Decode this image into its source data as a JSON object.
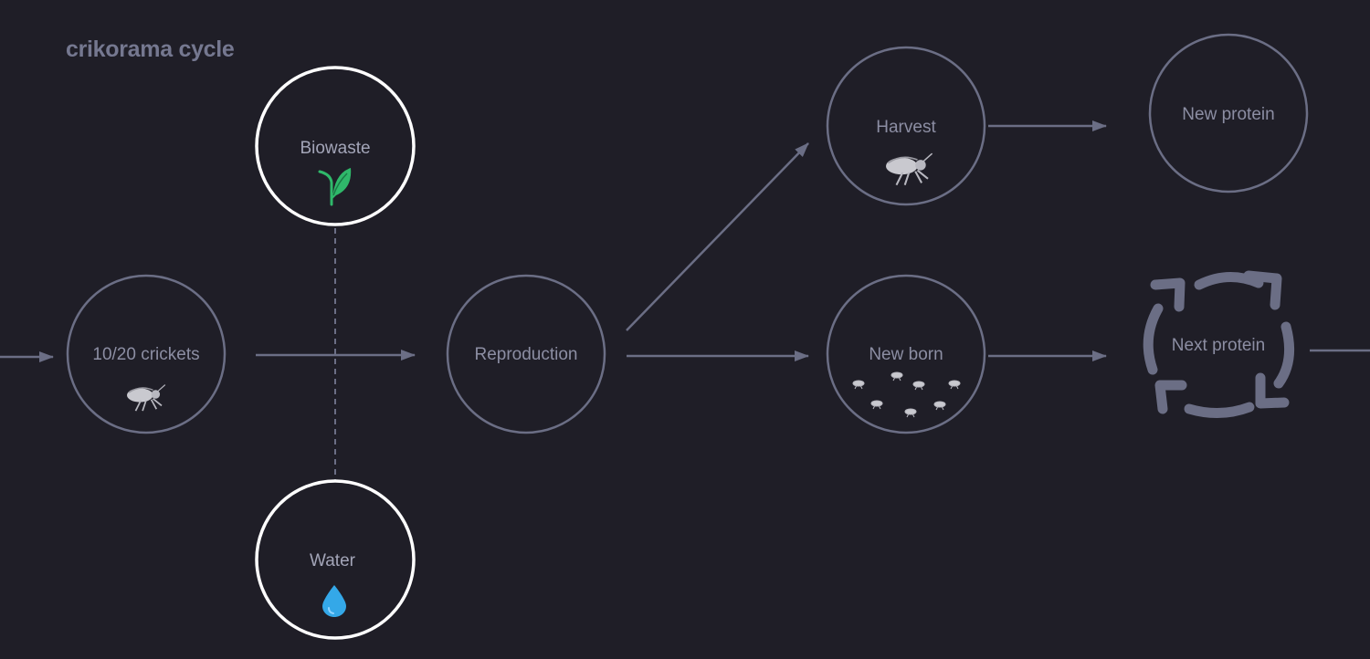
{
  "title": "crikorama cycle",
  "nodes": {
    "crickets": {
      "label": "10/20 crickets",
      "icon": "cricket-icon"
    },
    "biowaste": {
      "label": "Biowaste",
      "icon": "sprout-icon"
    },
    "water": {
      "label": "Water",
      "icon": "water-drop-icon"
    },
    "reproduction": {
      "label": "Reproduction"
    },
    "harvest": {
      "label": "Harvest",
      "icon": "cricket-icon"
    },
    "newborn": {
      "label": "New born",
      "icon": "baby-crickets-icon"
    },
    "new_protein": {
      "label": "New protein"
    },
    "next_protein": {
      "label": "Next protein",
      "icon": "cycle-arrows-icon"
    }
  },
  "colors": {
    "background": "#1f1e27",
    "line": "#6b6e85",
    "highlight_ring": "#ffffff",
    "sprout": "#2fb86a",
    "water": "#34a8e8"
  }
}
